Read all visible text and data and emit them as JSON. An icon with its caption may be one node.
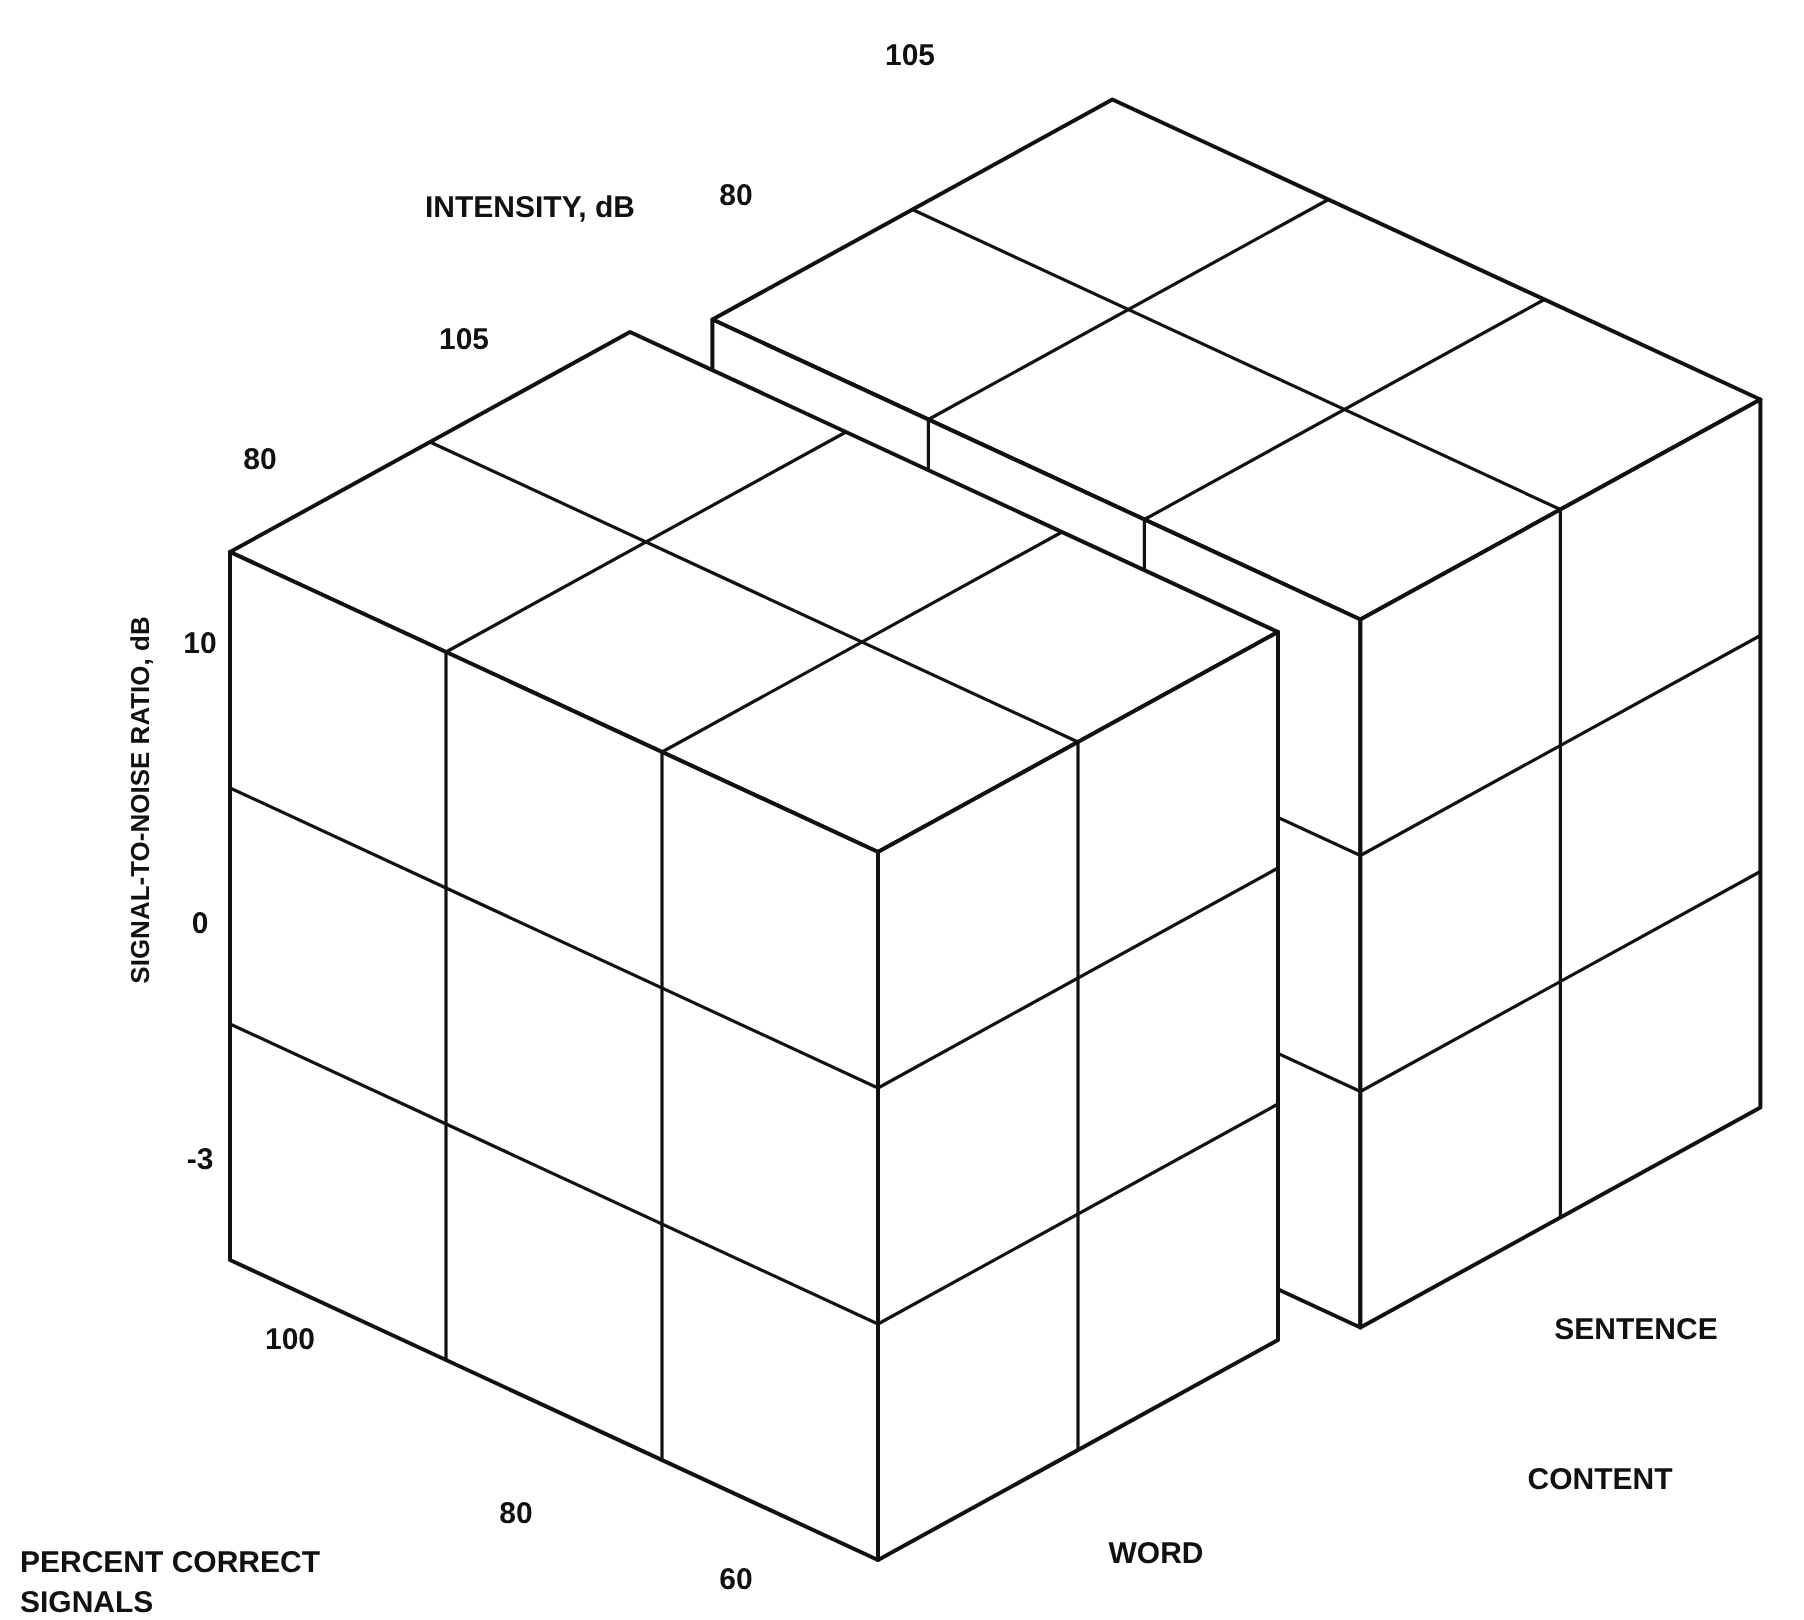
{
  "diagram": {
    "labels": [
      "105",
      "INTENSITY, dB",
      "80",
      "105",
      "80",
      "SIGNAL-TO-NOISE RATIO, dB",
      "10",
      "0",
      "-3",
      "SENTENCE",
      "100",
      "80",
      "PERCENT CORRECT SIGNALS",
      "CONTENT",
      "WORD",
      "60"
    ]
  }
}
